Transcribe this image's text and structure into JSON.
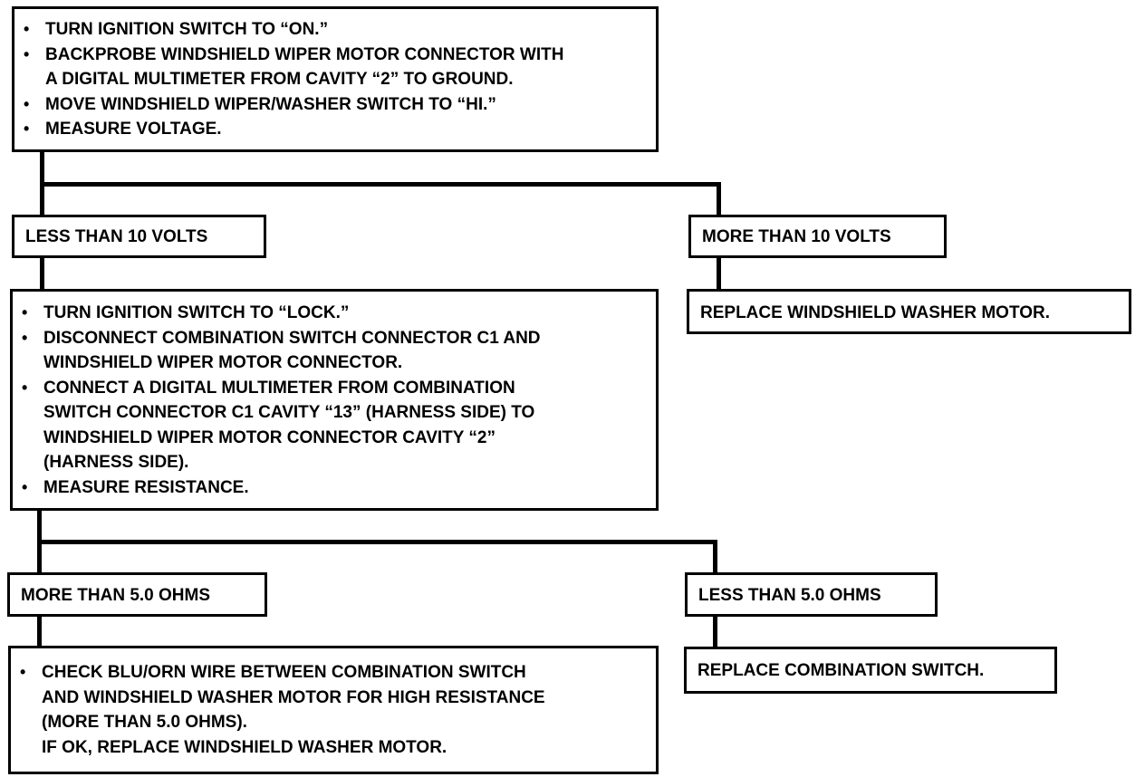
{
  "flowchart": {
    "step1": {
      "lines": [
        {
          "text": "TURN IGNITION SWITCH TO “ON.”",
          "bullet": true
        },
        {
          "text": "BACKPROBE WINDSHIELD WIPER MOTOR CONNECTOR WITH",
          "bullet": true
        },
        {
          "text": "A DIGITAL MULTIMETER FROM CAVITY “2” TO GROUND.",
          "bullet": false
        },
        {
          "text": "MOVE WINDSHIELD WIPER/WASHER SWITCH TO “HI.”",
          "bullet": true
        },
        {
          "text": "MEASURE VOLTAGE.",
          "bullet": true
        }
      ]
    },
    "branch1": {
      "left_label": "LESS THAN 10 VOLTS",
      "right_label": "MORE THAN 10 VOLTS",
      "right_action": "REPLACE WINDSHIELD WASHER MOTOR."
    },
    "step2": {
      "lines": [
        {
          "text": "TURN IGNITION SWITCH TO “LOCK.”",
          "bullet": true
        },
        {
          "text": "DISCONNECT COMBINATION SWITCH CONNECTOR C1 AND",
          "bullet": true
        },
        {
          "text": "WINDSHIELD WIPER MOTOR CONNECTOR.",
          "bullet": false
        },
        {
          "text": "CONNECT A DIGITAL MULTIMETER FROM COMBINATION",
          "bullet": true
        },
        {
          "text": "SWITCH CONNECTOR C1 CAVITY “13” (HARNESS SIDE) TO",
          "bullet": false
        },
        {
          "text": "WINDSHIELD WIPER MOTOR CONNECTOR CAVITY “2”",
          "bullet": false
        },
        {
          "text": "(HARNESS SIDE).",
          "bullet": false
        },
        {
          "text": "MEASURE RESISTANCE.",
          "bullet": true
        }
      ]
    },
    "branch2": {
      "left_label": "MORE THAN 5.0 OHMS",
      "right_label": "LESS THAN 5.0 OHMS",
      "right_action": "REPLACE COMBINATION SWITCH."
    },
    "step3": {
      "lines": [
        {
          "text": "CHECK BLU/ORN WIRE BETWEEN COMBINATION SWITCH",
          "bullet": true
        },
        {
          "text": "AND WINDSHIELD WASHER MOTOR FOR HIGH RESISTANCE",
          "bullet": false
        },
        {
          "text": "(MORE THAN 5.0 OHMS).",
          "bullet": false
        },
        {
          "text": "IF OK, REPLACE WINDSHIELD WASHER MOTOR.",
          "bullet": false
        }
      ]
    }
  }
}
